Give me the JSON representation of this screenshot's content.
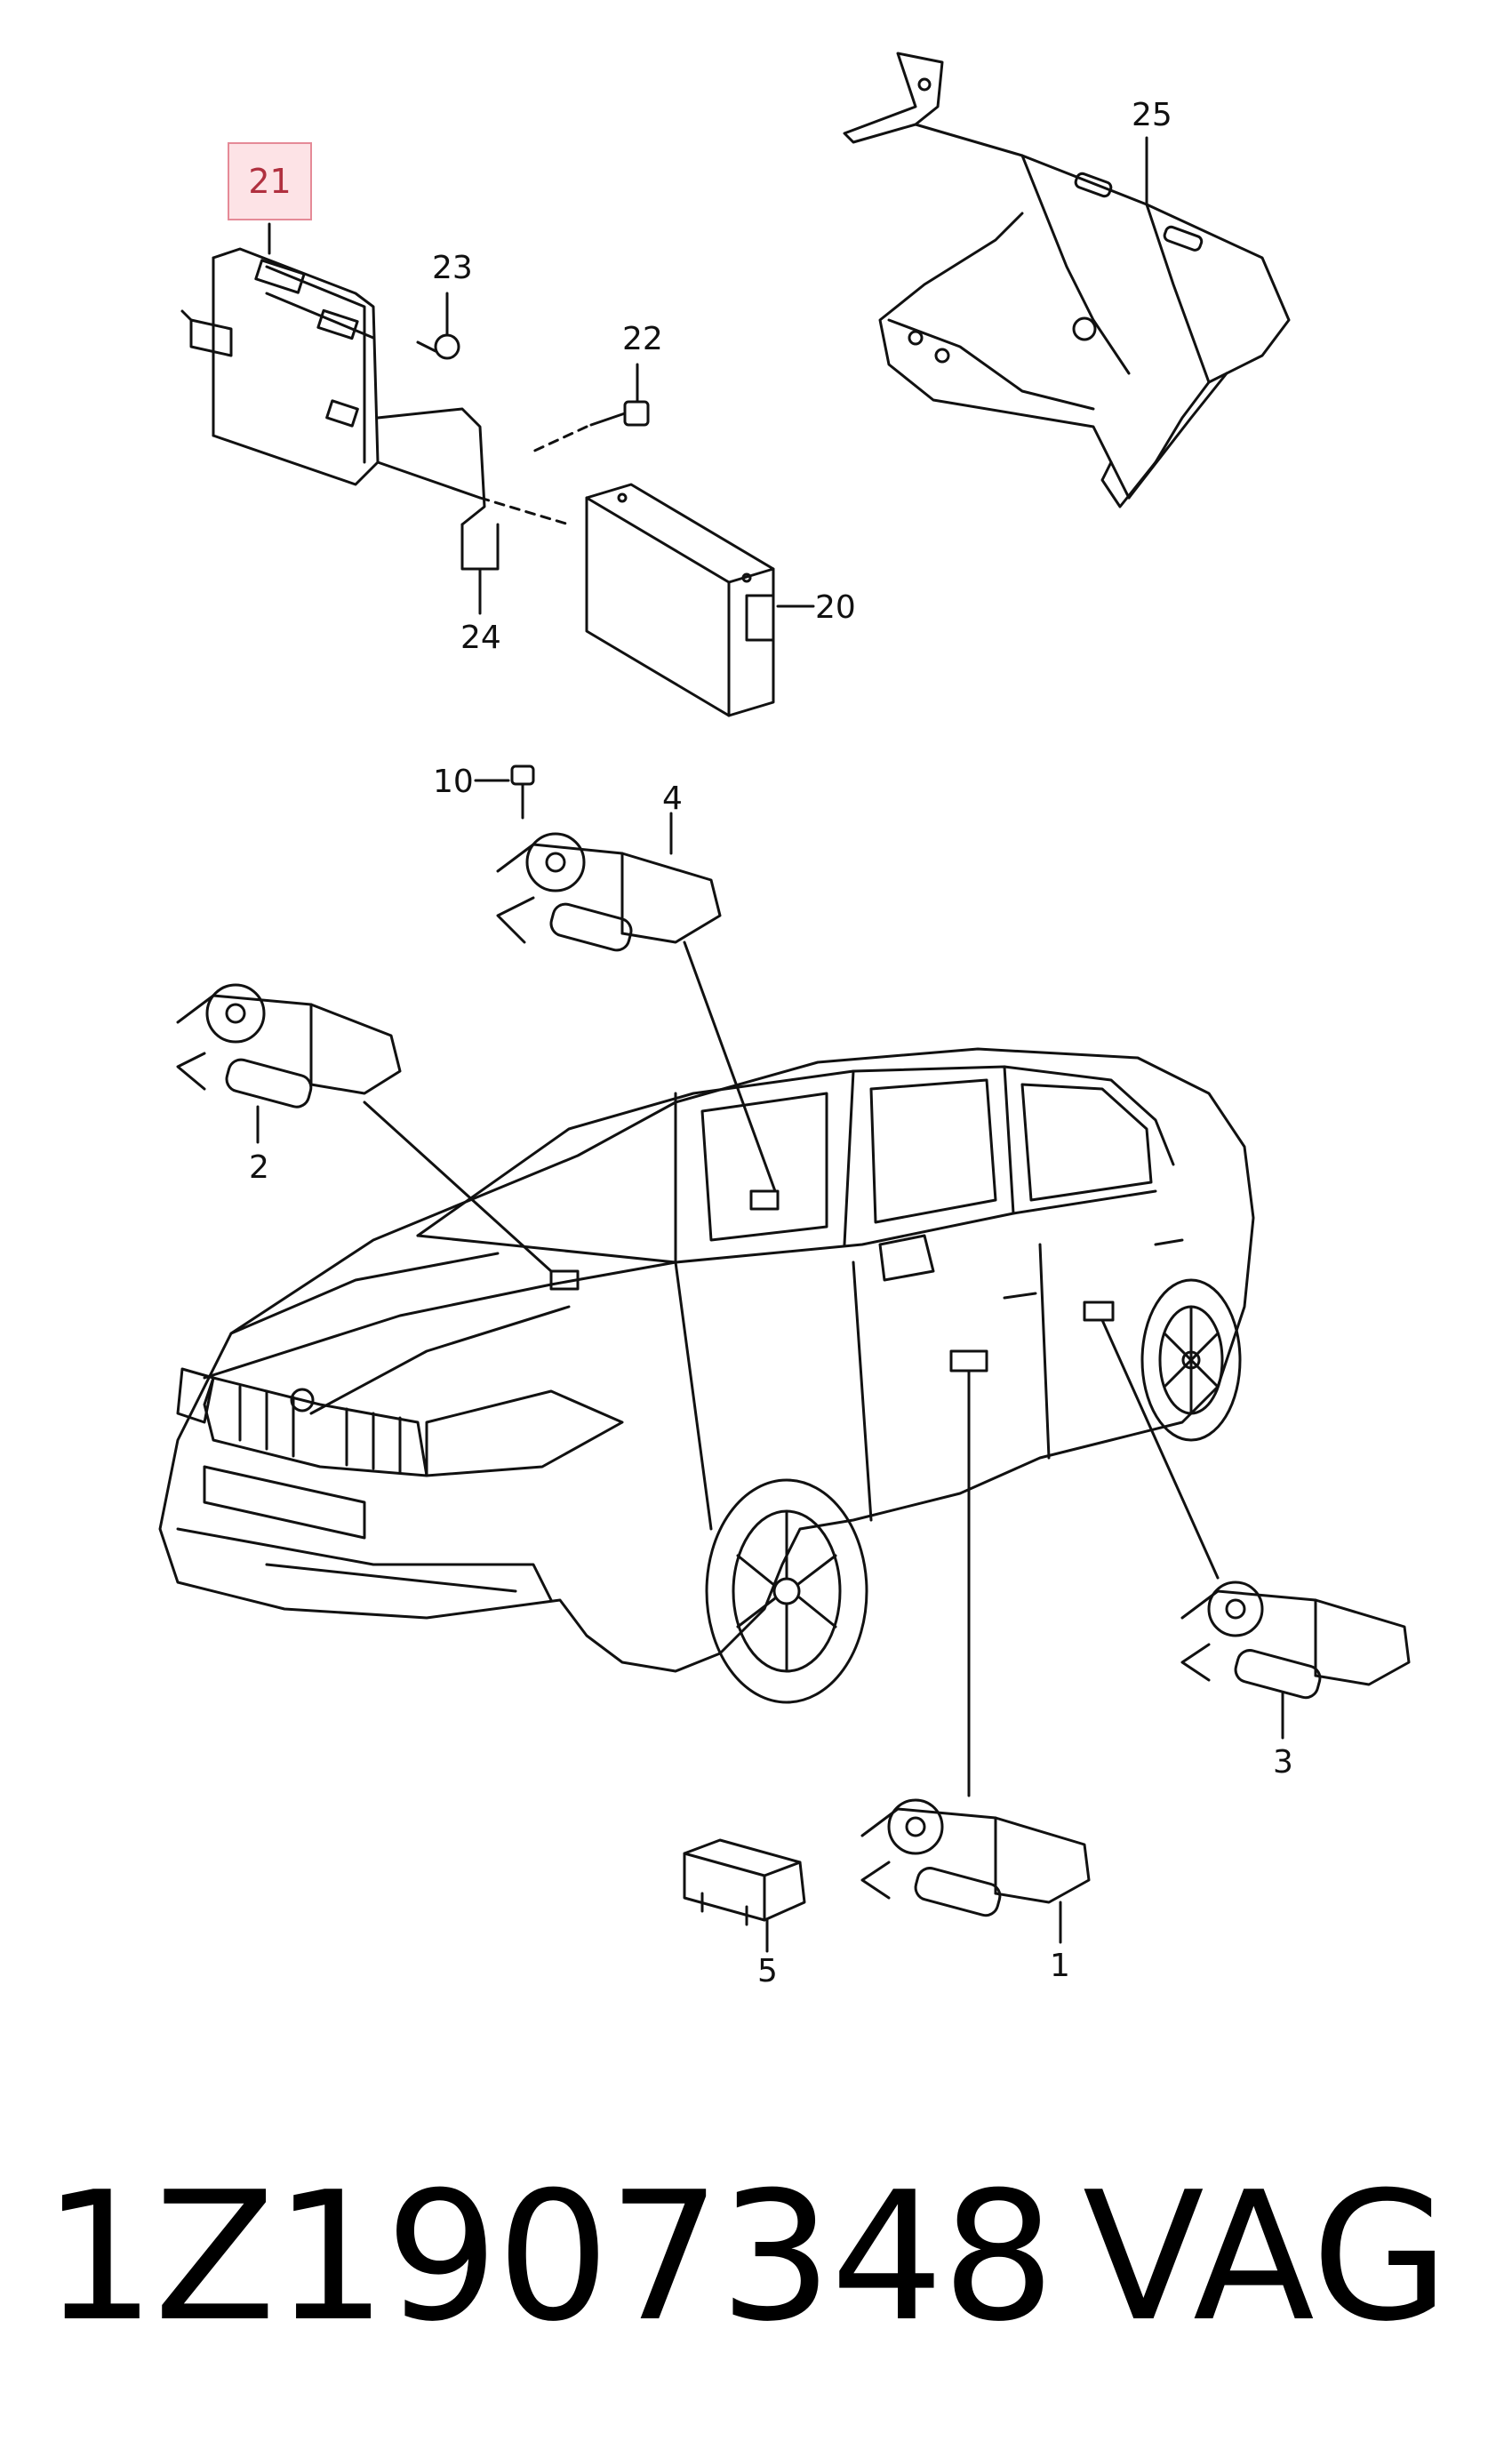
{
  "callouts": {
    "c1": "1",
    "c2": "2",
    "c3": "3",
    "c4": "4",
    "c5": "5",
    "c10": "10",
    "c20": "20",
    "c21": "21",
    "c22": "22",
    "c23": "23",
    "c24": "24",
    "c25": "25"
  },
  "highlight_color": "#fde3e6",
  "footer": {
    "part_number": "1Z1907348",
    "brand": "VAG"
  }
}
